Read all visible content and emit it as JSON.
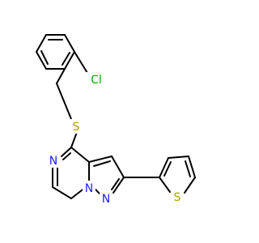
{
  "molecule": {
    "atoms": {
      "chlorine": "Cl",
      "sulfur_thioether": "S",
      "nitrogen_ring": "N",
      "nitrogen_bridge": "N",
      "nitrogen_pyrazole": "N",
      "sulfur_thiophene": "S"
    },
    "colors": {
      "bond": "#000000",
      "carbon": "#000000",
      "chlorine": "#00b000",
      "sulfur": "#b3a100",
      "nitrogen": "#1f1fff",
      "background": "#ffffff"
    }
  }
}
